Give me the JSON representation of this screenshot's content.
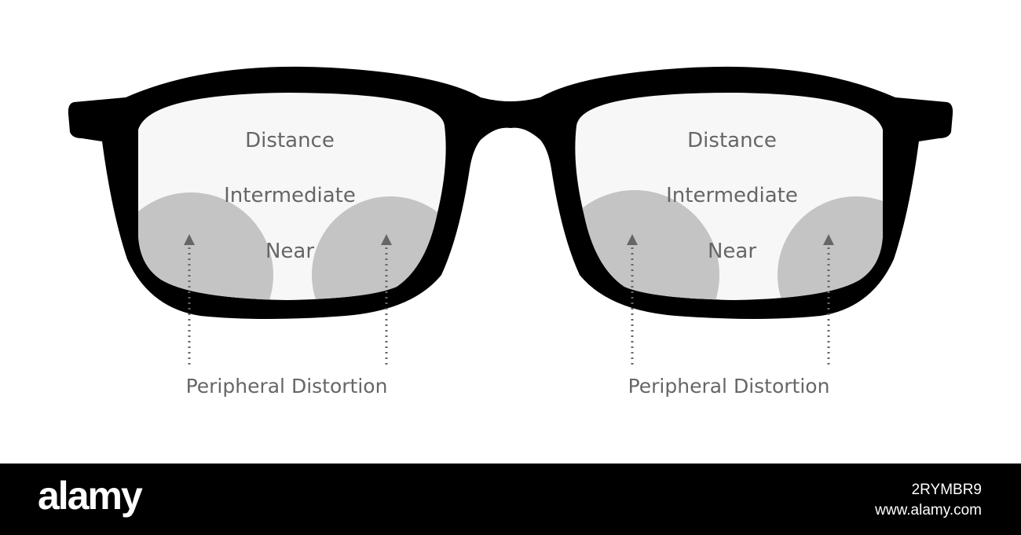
{
  "lenses": [
    {
      "distance": "Distance",
      "intermediate": "Intermediate",
      "near": "Near",
      "peripheral": "Peripheral Distortion"
    },
    {
      "distance": "Distance",
      "intermediate": "Intermediate",
      "near": "Near",
      "peripheral": "Peripheral Distortion"
    }
  ],
  "footer": {
    "brand": "alamy",
    "image_id": "2RYMBR9",
    "site": "www.alamy.com"
  },
  "colors": {
    "frame": "#000000",
    "lens": "#f7f7f7",
    "distortion_zone": "#c4c4c4",
    "label": "#666666",
    "footer": "#000000"
  }
}
